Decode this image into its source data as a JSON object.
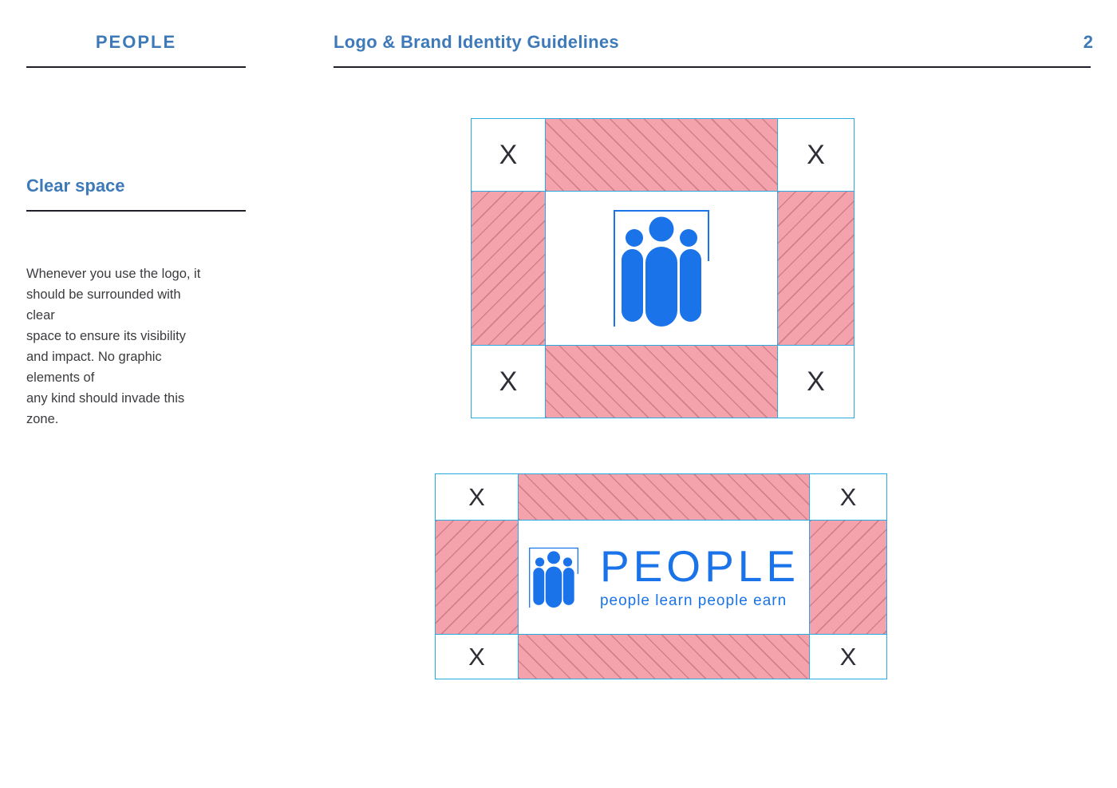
{
  "header": {
    "brand": "PEOPLE",
    "title": "Logo & Brand Identity Guidelines",
    "page": "2"
  },
  "section": {
    "heading": "Clear space",
    "body": "Whenever you use the logo, it\nshould be surrounded with\nclear\nspace to ensure its visibility\nand impact. No graphic\nelements of\nany kind should invade this\nzone."
  },
  "diagram": {
    "marker": "X"
  },
  "logo": {
    "wordmark": "PEOPLE",
    "tagline": "people learn people earn"
  },
  "colors": {
    "heading_blue": "#3e7ab8",
    "logo_blue": "#1a73e8",
    "clear_zone_pink": "#f4a3ad",
    "hatch_line": "#d27f8c",
    "frame_blue": "#29abe2",
    "rule_dark": "#20202a",
    "text_dark": "#3b3b3f"
  }
}
